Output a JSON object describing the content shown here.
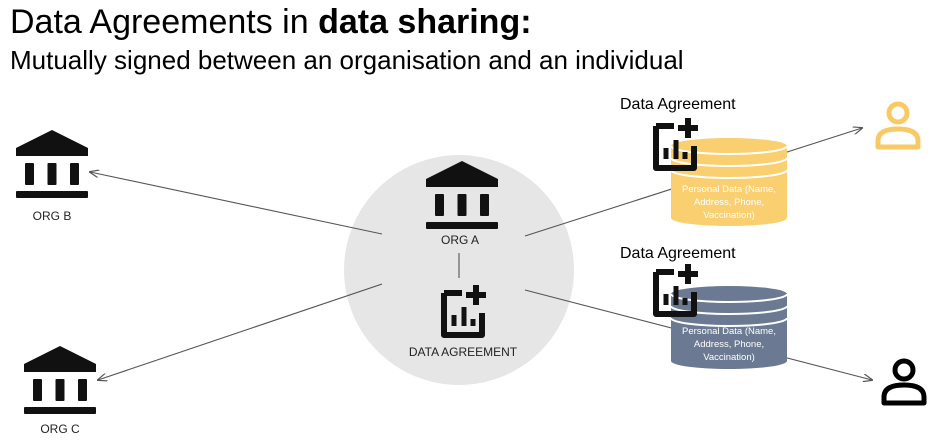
{
  "title": {
    "prefix": "Data Agreements in ",
    "bold": "data sharing:"
  },
  "subtitle": "Mutually signed between an organisation and an individual",
  "nodes": {
    "org_b": {
      "label": "ORG B",
      "icon": "bank-icon"
    },
    "org_c": {
      "label": "ORG C",
      "icon": "bank-icon"
    },
    "org_a": {
      "label": "ORG A",
      "icon": "bank-icon"
    },
    "center_agreement": {
      "label": "DATA AGREEMENT",
      "icon": "chart-plus-icon"
    }
  },
  "agreements": [
    {
      "heading": "Data Agreement",
      "icon": "chart-plus-icon",
      "database": {
        "lines": [
          "Personal Data (Name,",
          "Address, Phone,",
          "Vaccination)"
        ],
        "color": "#F9CF6F"
      },
      "person": {
        "icon": "person-icon",
        "color": "#F9C966"
      }
    },
    {
      "heading": "Data Agreement",
      "icon": "chart-plus-icon",
      "database": {
        "lines": [
          "Personal Data (Name,",
          "Address, Phone,",
          "Vaccination)"
        ],
        "color": "#6B7A92"
      },
      "person": {
        "icon": "person-icon",
        "color": "#000000"
      }
    }
  ],
  "colors": {
    "hub_circle": "#E6E6E6",
    "connector": "#555555"
  }
}
